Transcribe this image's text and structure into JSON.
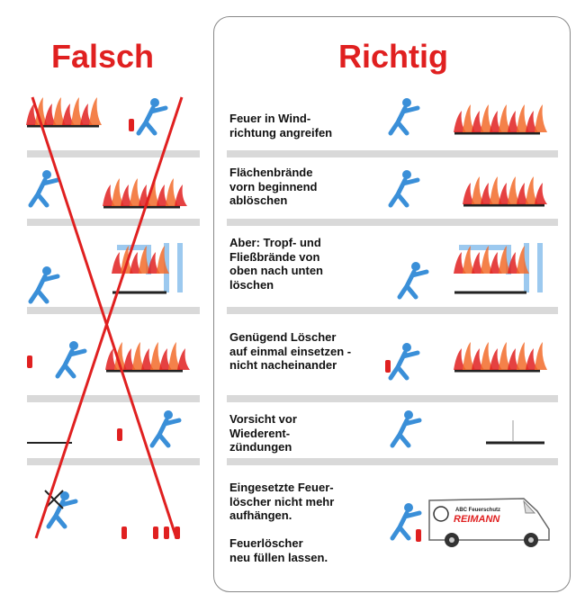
{
  "wrong": {
    "title": "Falsch"
  },
  "right": {
    "title": "Richtig",
    "rows": [
      {
        "text": "Feuer in Wind-\nrichtung angreifen"
      },
      {
        "text": "Flächenbrände\nvorn beginnend\nablöschen"
      },
      {
        "text": "Aber: Tropf- und\nFließbrände von\noben nach unten\nlöschen"
      },
      {
        "text": "Genügend Löscher\nauf einmal einsetzen -\nnicht nacheinander"
      },
      {
        "text": "Vorsicht vor\nWiederent-\nzündungen"
      },
      {
        "text": "Eingesetzte Feuer-\nlöscher nicht mehr\naufhängen."
      },
      {
        "text": "Feuerlöscher\nneu füllen lassen."
      }
    ]
  },
  "van_logo": {
    "line1": "ABC Feuerschutz",
    "line2": "REIMANN"
  },
  "colors": {
    "red": "#e02020",
    "blue": "#3a8fd8",
    "flame": "#f26b2a",
    "separator": "#d9d9d9"
  }
}
